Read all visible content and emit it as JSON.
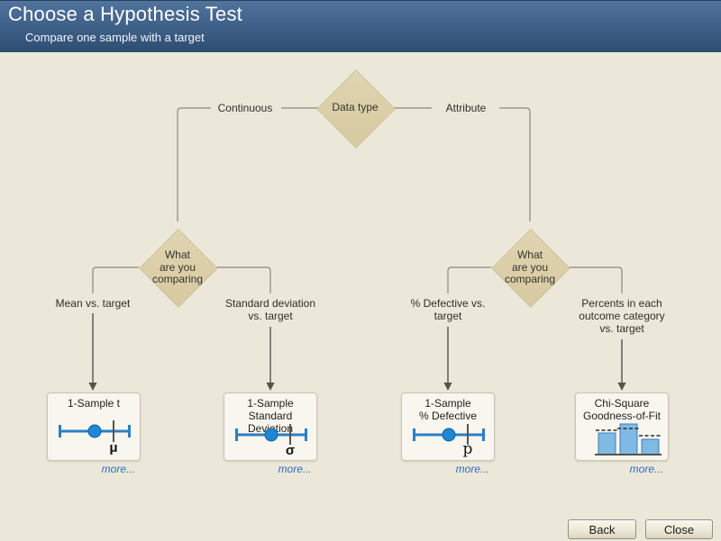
{
  "header": {
    "title": "Choose a Hypothesis Test",
    "subtitle": "Compare one sample with a target"
  },
  "tree": {
    "root_label": "Data type",
    "branch_left": "Continuous",
    "branch_right": "Attribute",
    "node_left_label": "What\nare you\ncomparing",
    "node_right_label": "What\nare you\ncomparing",
    "leaf_labels": {
      "mean": "Mean vs. target",
      "stdev": "Standard deviation\nvs. target",
      "defective": "% Defective vs.\ntarget",
      "percents": "Percents in each\noutcome category\nvs. target"
    }
  },
  "cards": [
    {
      "title": "1-Sample t",
      "symbol": "μ",
      "icon": "interval-plot",
      "more_label": "more..."
    },
    {
      "title": "1-Sample\nStandard Deviation",
      "symbol": "σ",
      "icon": "interval-plot",
      "more_label": "more..."
    },
    {
      "title": "1-Sample\n% Defective",
      "symbol": "p",
      "icon": "interval-plot",
      "more_label": "more..."
    },
    {
      "title": "Chi-Square\nGoodness-of-Fit",
      "icon": "bar-chart",
      "more_label": "more..."
    }
  ],
  "footer": {
    "back_label": "Back",
    "close_label": "Close"
  },
  "colors": {
    "background": "#ebe8da",
    "header_top": "#50749d",
    "header_bottom": "#2d4d72",
    "diamond_fill": "#d9cca4",
    "connector_gray": "#8b897f",
    "arrow_dark": "#54544e",
    "accent_blue": "#2b7fc4",
    "dot_blue": "#1e86d4",
    "link_blue": "#2f6cbd"
  }
}
